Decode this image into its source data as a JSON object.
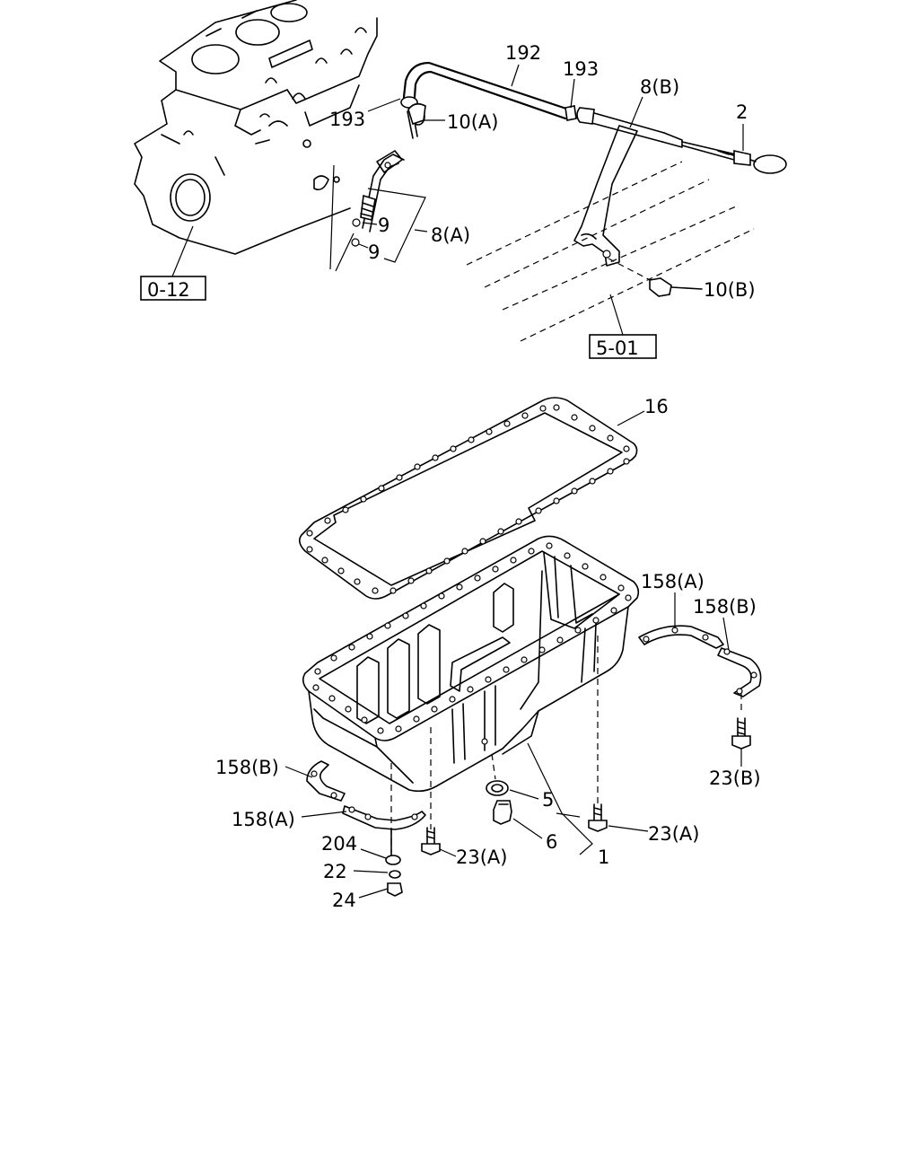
{
  "references": {
    "ref_block": "0-12",
    "ref_frame": "5-01"
  },
  "labels": {
    "l192": "192",
    "l193_top": "193",
    "l193_left": "193",
    "l8b": "8(B)",
    "l2": "2",
    "l10a": "10(A)",
    "l9a": "9",
    "l9b": "9",
    "l8a": "8(A)",
    "l10b": "10(B)",
    "l16": "16",
    "l158a_right": "158(A)",
    "l158b_right": "158(B)",
    "l23b": "23(B)",
    "l158b_left": "158(B)",
    "l158a_left": "158(A)",
    "l5": "5",
    "l23a_right": "23(A)",
    "l6": "6",
    "l204": "204",
    "l23a_left": "23(A)",
    "l1": "1",
    "l22": "22",
    "l24": "24"
  }
}
